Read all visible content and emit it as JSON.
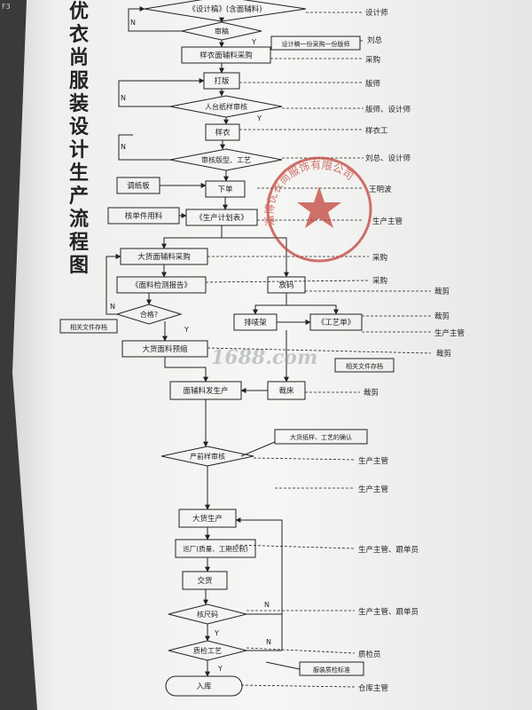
{
  "title": "优衣尚服装设计生产流程图",
  "corner_label": "F3",
  "watermark": "1688.com",
  "stamp": {
    "text": "淄博优衣尚服饰有限公司",
    "color": "#c2453c"
  },
  "colors": {
    "paper": "#f4f4f2",
    "line": "#222222",
    "stamp": "#c2453c"
  },
  "nodes": {
    "design_draft": "《设计稿》(含面辅料)",
    "review": "审稿",
    "sample_purchase": "样衣面辅料采购",
    "pattern": "打版",
    "fit_review": "人台纸样审核",
    "sample_garment": "样衣",
    "review_pattern_craft": "审核版型、工艺",
    "adjust_pattern": "调纸板",
    "order": "下单",
    "check_materials": "核单件用料",
    "production_plan": "《生产计划表》",
    "bulk_purchase": "大货面辅料采购",
    "fabric_report": "《面料检测报告》",
    "grading": "放码",
    "qualified": "合格?",
    "marker": "排唛架",
    "craft_sheet": "《工艺单》",
    "pre_shrink": "大货面料预缩",
    "issue_materials": "面辅料发生产",
    "cutting": "裁床",
    "pre_production_review": "产前样审核",
    "bulk_production": "大货生产",
    "factory_patrol": "巡厂(质量、工期控制)",
    "delivery": "交货",
    "size_check": "核尺码",
    "qc_craft": "质检工艺",
    "warehousing": "入库"
  },
  "notes": {
    "one_purchase": "设计稿一份采购一份版师",
    "related_archive_left": "相关文件存档",
    "related_archive_right": "相关文件存档",
    "bulk_confirm": "大货纸样、工艺的确认",
    "qc_standard": "服装质检标准"
  },
  "roles": {
    "r1": "设计师",
    "r2": "刘总",
    "r3": "采购",
    "r4": "版师",
    "r5": "版师、设计师",
    "r6": "样衣工",
    "r7": "刘总、设计师",
    "r8": "王明波",
    "r9": "生产主管",
    "r10": "采购",
    "r11": "采购",
    "r12": "裁剪",
    "r13": "裁剪",
    "r14": "生产主管",
    "r15": "裁剪",
    "r16": "裁剪",
    "r17": "生产主管",
    "r18": "生产主管",
    "r19": "生产主管、跟单员",
    "r20": "生产主管、跟单员",
    "r21": "质检员",
    "r22": "仓库主管"
  },
  "branch": {
    "yes": "Y",
    "no": "N"
  }
}
